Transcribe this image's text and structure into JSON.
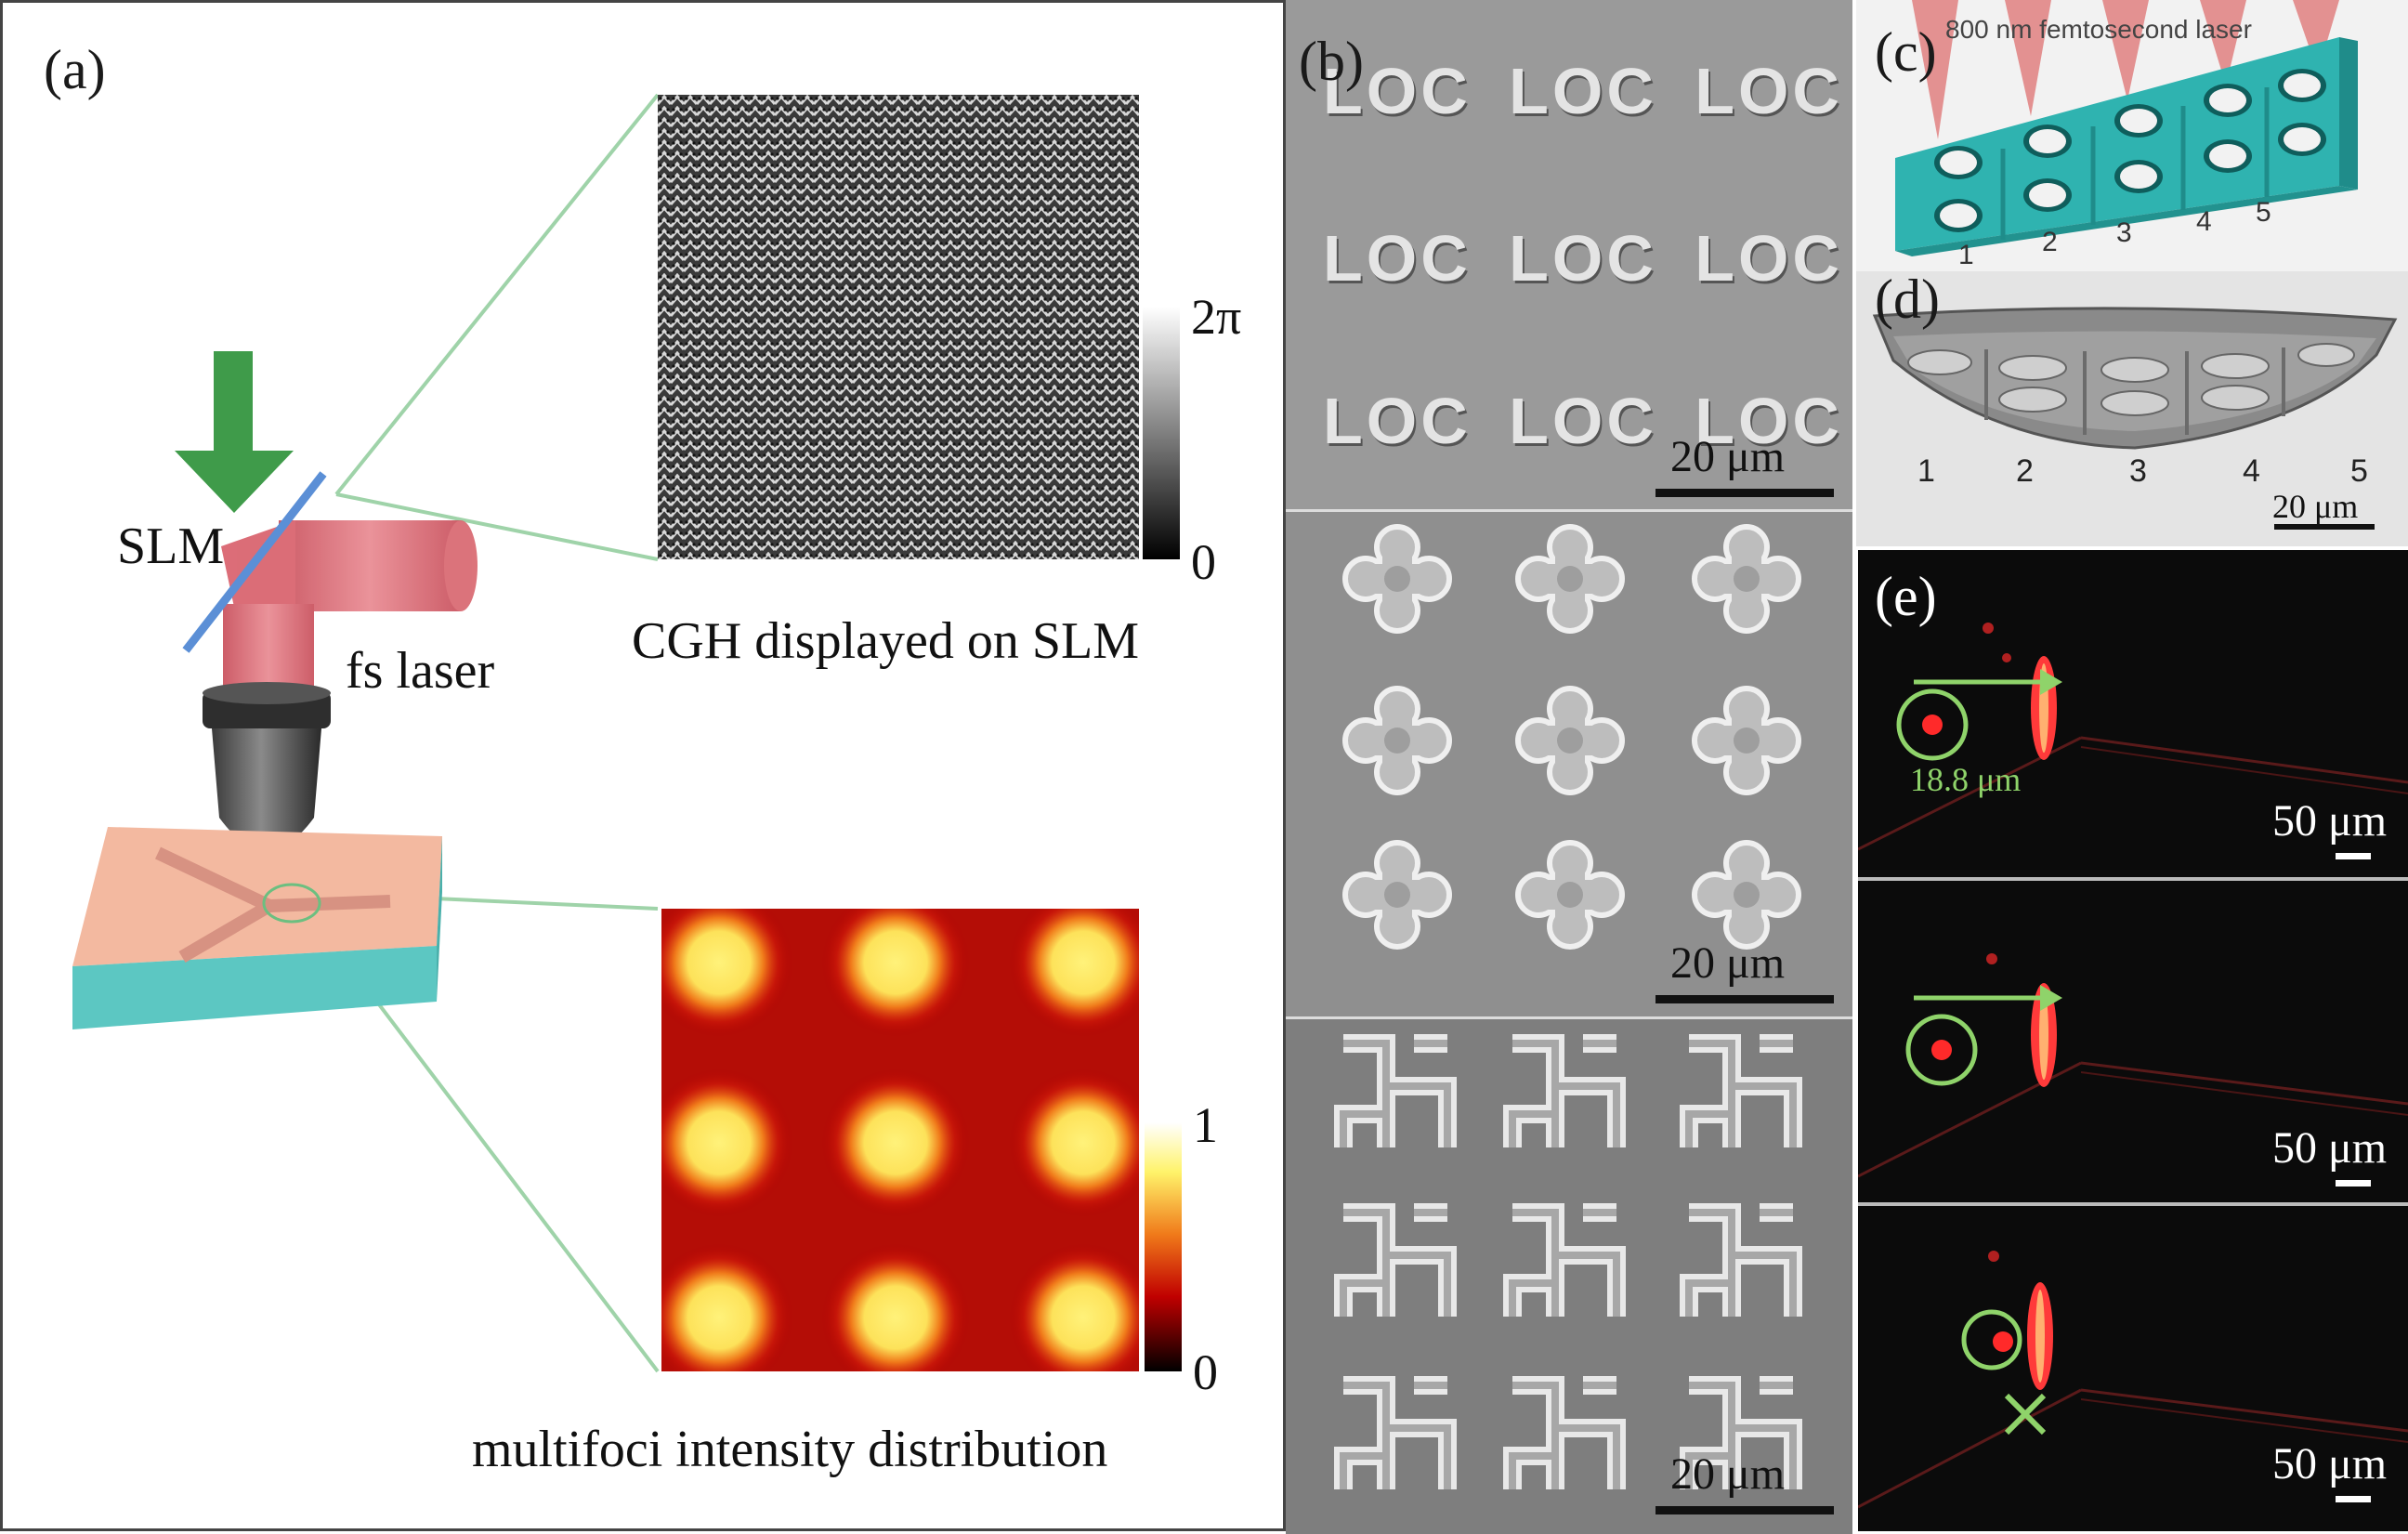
{
  "panels": {
    "a": {
      "label": "(a)",
      "slm_label": "SLM",
      "laser_label": "fs laser",
      "cgh_caption": "CGH displayed on SLM",
      "cgh_colorbar": {
        "max": "2π",
        "min": "0"
      },
      "intensity_caption": "multifoci intensity distribution",
      "intensity_colorbar": {
        "max": "1",
        "min": "0"
      },
      "colors": {
        "arrow": "#3f9b4a",
        "laser": "#d9616c",
        "sample_top": "#f3b9a0",
        "sample_side": "#5cc7c2",
        "zoom_lines": "#9fd3a9"
      }
    },
    "b": {
      "label": "(b)",
      "rows": [
        {
          "pattern": "LOC",
          "text": "LOC",
          "scale": "20 μm"
        },
        {
          "pattern": "cross",
          "scale": "20 μm"
        },
        {
          "pattern": "hooked-cross",
          "scale": "20 μm"
        }
      ]
    },
    "c": {
      "label": "(c)",
      "title": "800 nm femtosecond laser",
      "numbers": [
        "1",
        "2",
        "3",
        "4",
        "5"
      ],
      "colors": {
        "structure": "#2fb3b0",
        "beam": "#e07a7a"
      }
    },
    "d": {
      "label": "(d)",
      "numbers": [
        "1",
        "2",
        "3",
        "4",
        "5"
      ],
      "scale": "20 μm"
    },
    "e": {
      "label": "(e)",
      "diameter": "18.8 μm",
      "frames": [
        {
          "scale": "50 μm",
          "marker": "arrow"
        },
        {
          "scale": "50 μm",
          "marker": "arrow"
        },
        {
          "scale": "50 μm",
          "marker": "cross"
        }
      ],
      "colors": {
        "overlay": "#8fd36a",
        "particle": "#ff2a2a"
      }
    }
  }
}
